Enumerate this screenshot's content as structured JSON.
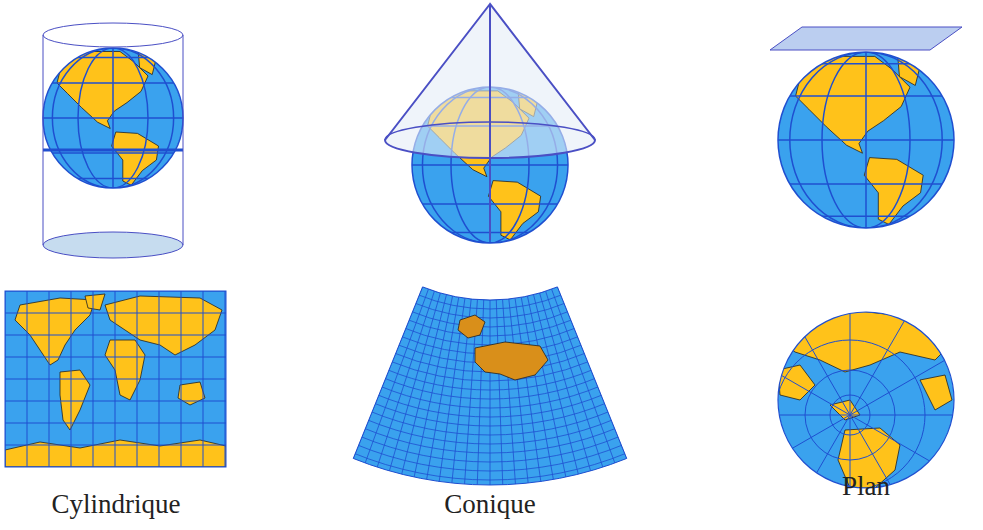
{
  "diagram": {
    "labels": [
      "Cylindrique",
      "Conique",
      "Plan"
    ]
  }
}
